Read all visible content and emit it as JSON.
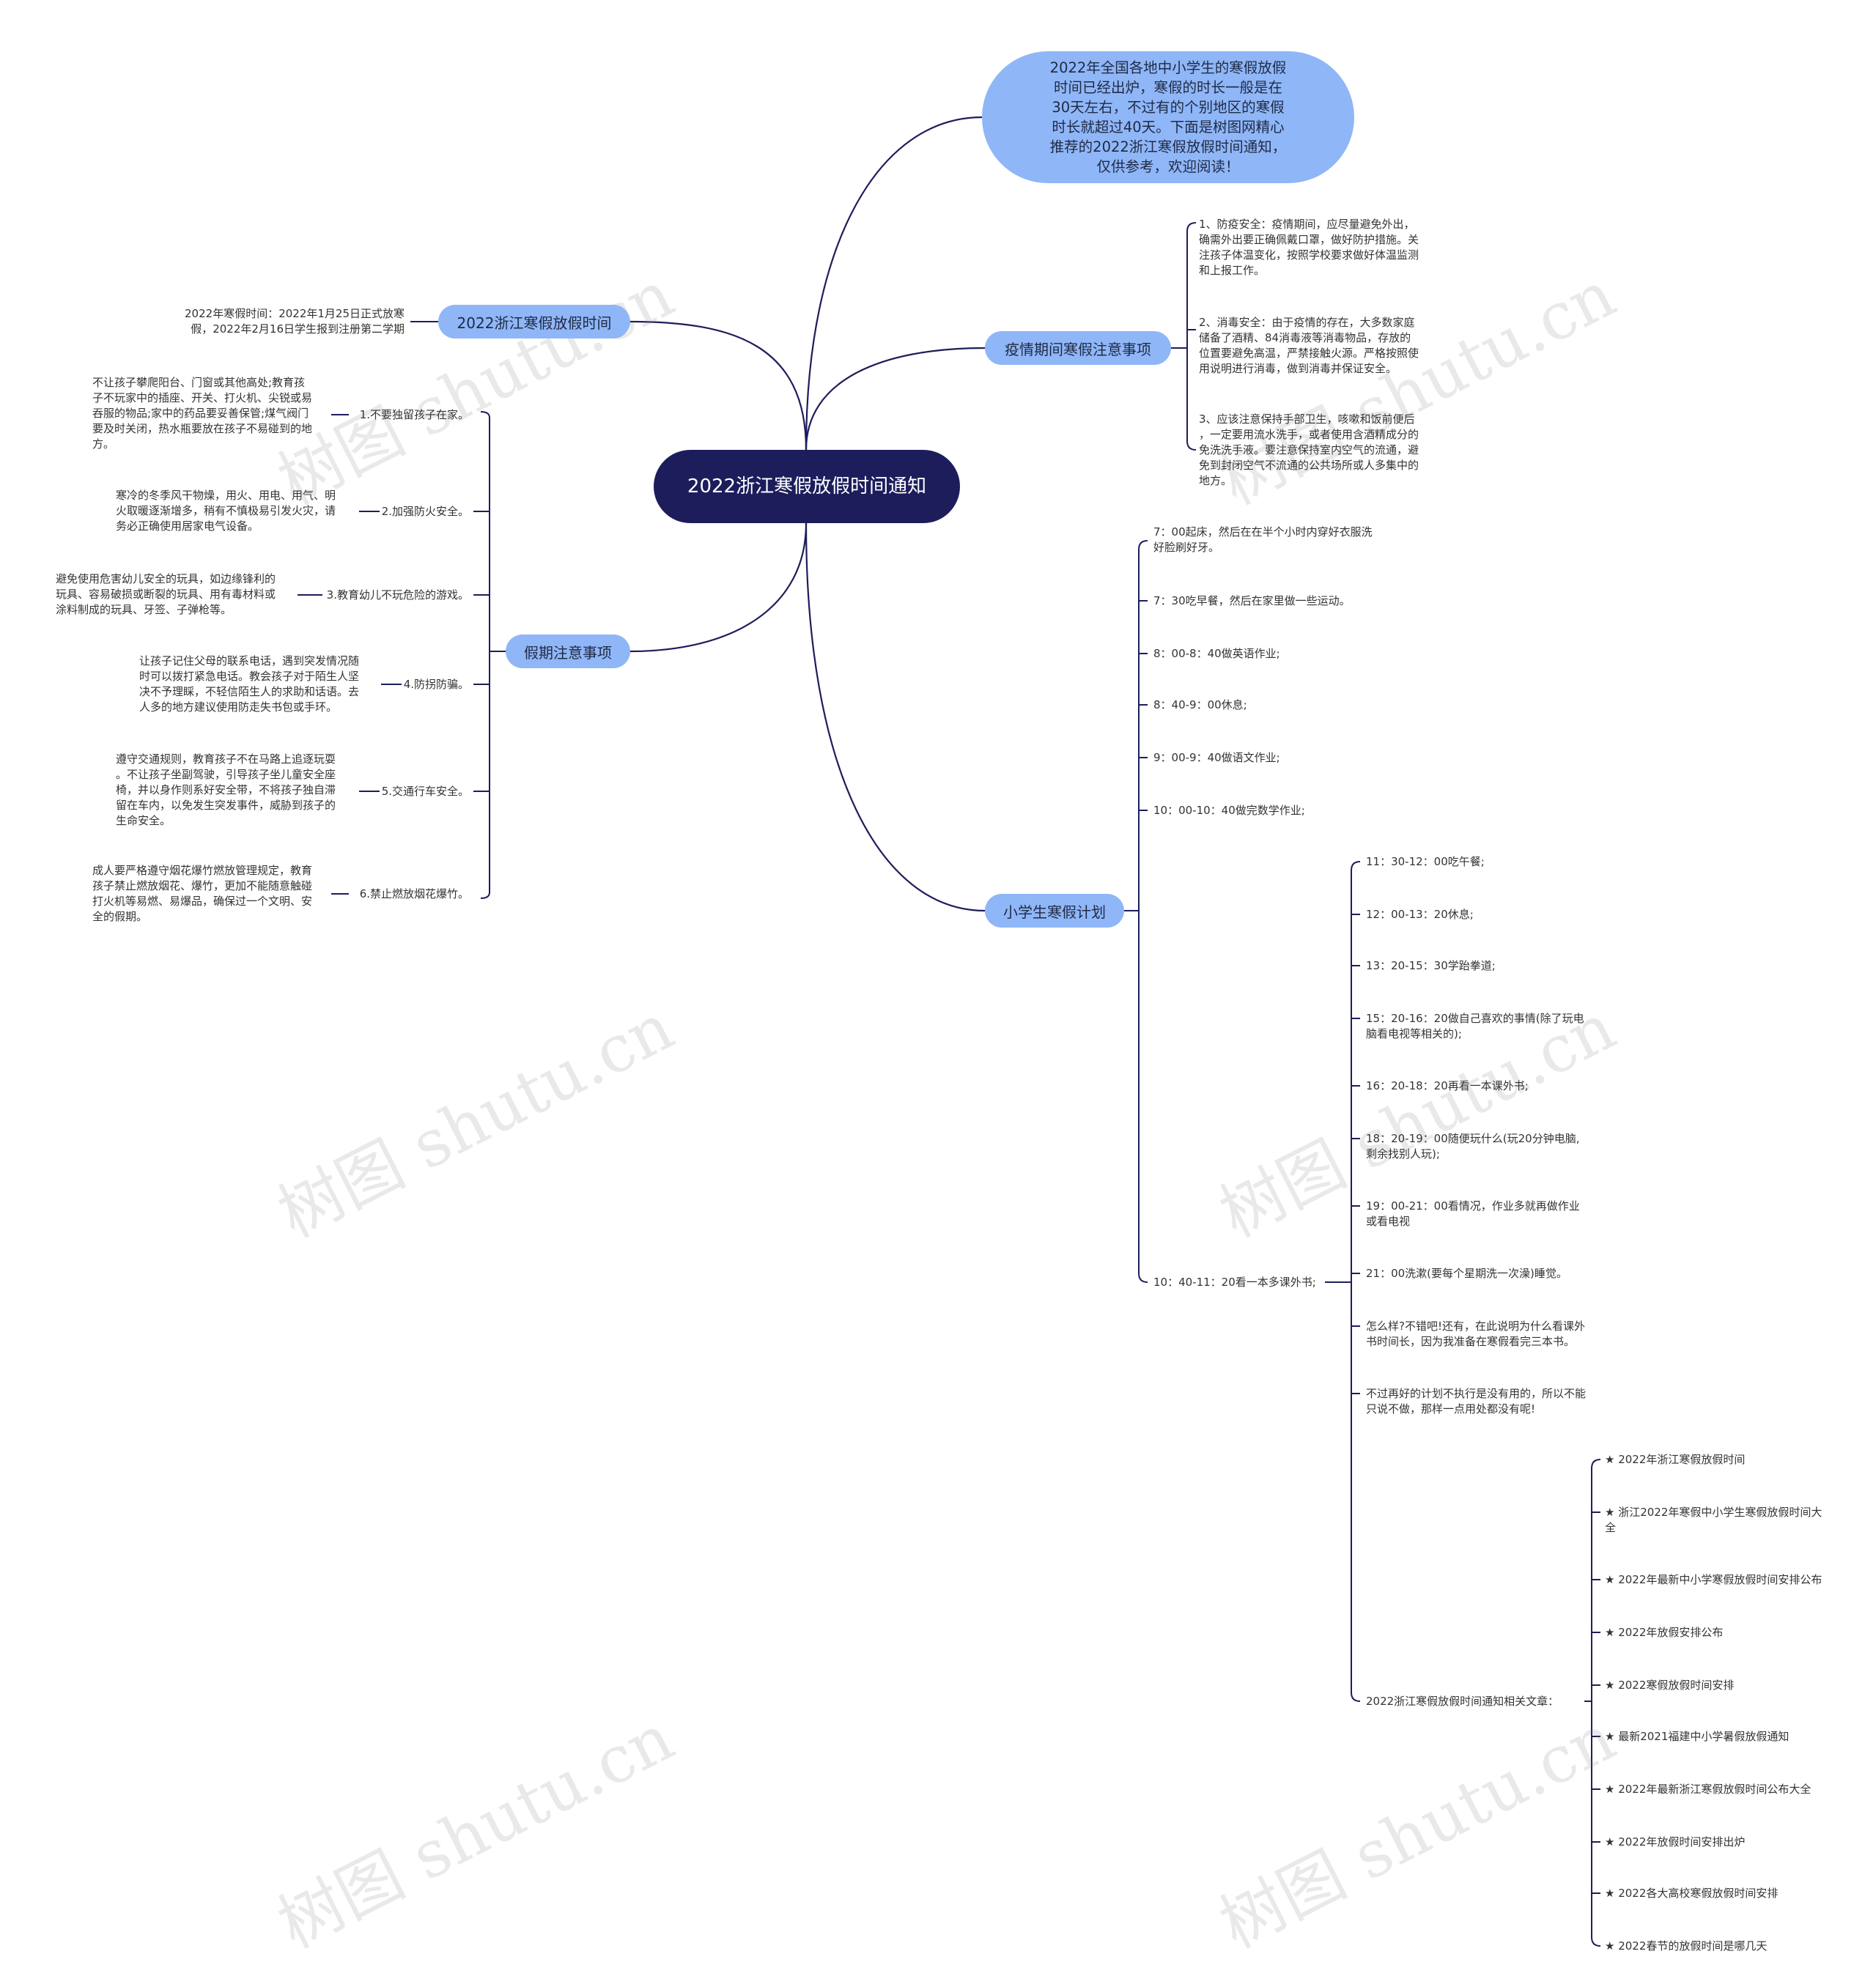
{
  "mindmap": {
    "root": "2022浙江寒假放假时间通知",
    "intro": "2022年全国各地中小学生的寒假放假时间已经出炉，寒假的时长一般是在30天左右，不过有的个别地区的寒假时长就超过40天。下面是树图网精心推荐的2022浙江寒假放假时间通知，仅供参考，欢迎阅读！",
    "left_branches": {
      "time": {
        "label": "2022浙江寒假放假时间",
        "detail": "2022年寒假时间：2022年1月25日正式放寒\n假，2022年2月16日学生报到注册第二学期"
      },
      "notes": {
        "label": "假期注意事项",
        "items": [
          {
            "title": "1.不要独留孩子在家。",
            "detail": "不让孩子攀爬阳台、门窗或其他高处;教育孩\n子不玩家中的插座、开关、打火机、尖锐或易\n吞服的物品;家中的药品要妥善保管;煤气阀门\n要及时关闭，热水瓶要放在孩子不易碰到的地\n方。"
          },
          {
            "title": "2.加强防火安全。",
            "detail": "寒冷的冬季风干物燥，用火、用电、用气、明\n火取暖逐渐增多，稍有不慎极易引发火灾，请\n务必正确使用居家电气设备。"
          },
          {
            "title": "3.教育幼儿不玩危险的游戏。",
            "detail": "避免使用危害幼儿安全的玩具，如边缘锋利的\n玩具、容易破损或断裂的玩具、用有毒材料或\n涂料制成的玩具、牙签、子弹枪等。"
          },
          {
            "title": "4.防拐防骗。",
            "detail": "让孩子记住父母的联系电话，遇到突发情况随\n时可以拨打紧急电话。教会孩子对于陌生人坚\n决不予理睬，不轻信陌生人的求助和话语。去\n人多的地方建议使用防走失书包或手环。"
          },
          {
            "title": "5.交通行车安全。",
            "detail": "遵守交通规则，教育孩子不在马路上追逐玩耍\n。不让孩子坐副驾驶，引导孩子坐儿童安全座\n椅，并以身作则系好安全带，不将孩子独自滞\n留在车内，以免发生突发事件，威胁到孩子的\n生命安全。"
          },
          {
            "title": "6.禁止燃放烟花爆竹。",
            "detail": "成人要严格遵守烟花爆竹燃放管理规定，教育\n孩子禁止燃放烟花、爆竹，更加不能随意触碰\n打火机等易燃、易爆品，确保过一个文明、安\n全的假期。"
          }
        ]
      }
    },
    "right_branches": {
      "epidemic": {
        "label": "疫情期间寒假注意事项",
        "items": [
          "1、防疫安全：疫情期间，应尽量避免外出，\n确需外出要正确佩戴口罩，做好防护措施。关\n注孩子体温变化，按照学校要求做好体温监测\n和上报工作。",
          "2、消毒安全：由于疫情的存在，大多数家庭\n储备了酒精、84消毒液等消毒物品，存放的\n位置要避免高温，严禁接触火源。严格按照使\n用说明进行消毒，做到消毒并保证安全。",
          "3、应该注意保持手部卫生，咳嗽和饭前便后\n，一定要用流水洗手，或者使用含酒精成分的\n免洗洗手液。要注意保持室内空气的流通，避\n免到封闭空气不流通的公共场所或人多集中的\n地方。"
        ]
      },
      "plan": {
        "label": "小学生寒假计划",
        "items": [
          "7：00起床，然后在在半个小时内穿好衣服洗\n好脸刷好牙。",
          "7：30吃早餐，然后在家里做一些运动。",
          "8：00-8：40做英语作业;",
          "8：40-9：00休息;",
          "9：00-9：40做语文作业;",
          "10：00-10：40做完数学作业;",
          "10：40-11：20看一本多课外书;"
        ],
        "sub_items": [
          "11：30-12：00吃午餐;",
          "12：00-13：20休息;",
          "13：20-15：30学跆拳道;",
          "15：20-16：20做自己喜欢的事情(除了玩电\n脑看电视等相关的);",
          "16：20-18：20再看一本课外书;",
          "18：20-19：00随便玩什么(玩20分钟电脑,\n剩余找别人玩);",
          "19：00-21：00看情况，作业多就再做作业\n或看电视",
          "21：00洗漱(要每个星期洗一次澡)睡觉。",
          "怎么样?不错吧!还有，在此说明为什么看课外\n书时间长，因为我准备在寒假看完三本书。",
          "不过再好的计划不执行是没有用的，所以不能\n只说不做，那样一点用处都没有呢!",
          "2022浙江寒假放假时间通知相关文章："
        ],
        "related": [
          "★ 2022年浙江寒假放假时间",
          "★ 浙江2022年寒假中小学生寒假放假时间大\n全",
          "★ 2022年最新中小学寒假放假时间安排公布",
          "★ 2022年放假安排公布",
          "★ 2022寒假放假时间安排",
          "★ 最新2021福建中小学暑假放假通知",
          "★ 2022年最新浙江寒假放假时间公布大全",
          "★ 2022年放假时间安排出炉",
          "★ 2022各大高校寒假放假时间安排",
          "★ 2022春节的放假时间是哪几天"
        ]
      }
    },
    "watermark": "树图 shutu.cn",
    "colors": {
      "root": "#1d1d5c",
      "branch": "#8fb6f7",
      "line": "#1d1d5c"
    }
  }
}
